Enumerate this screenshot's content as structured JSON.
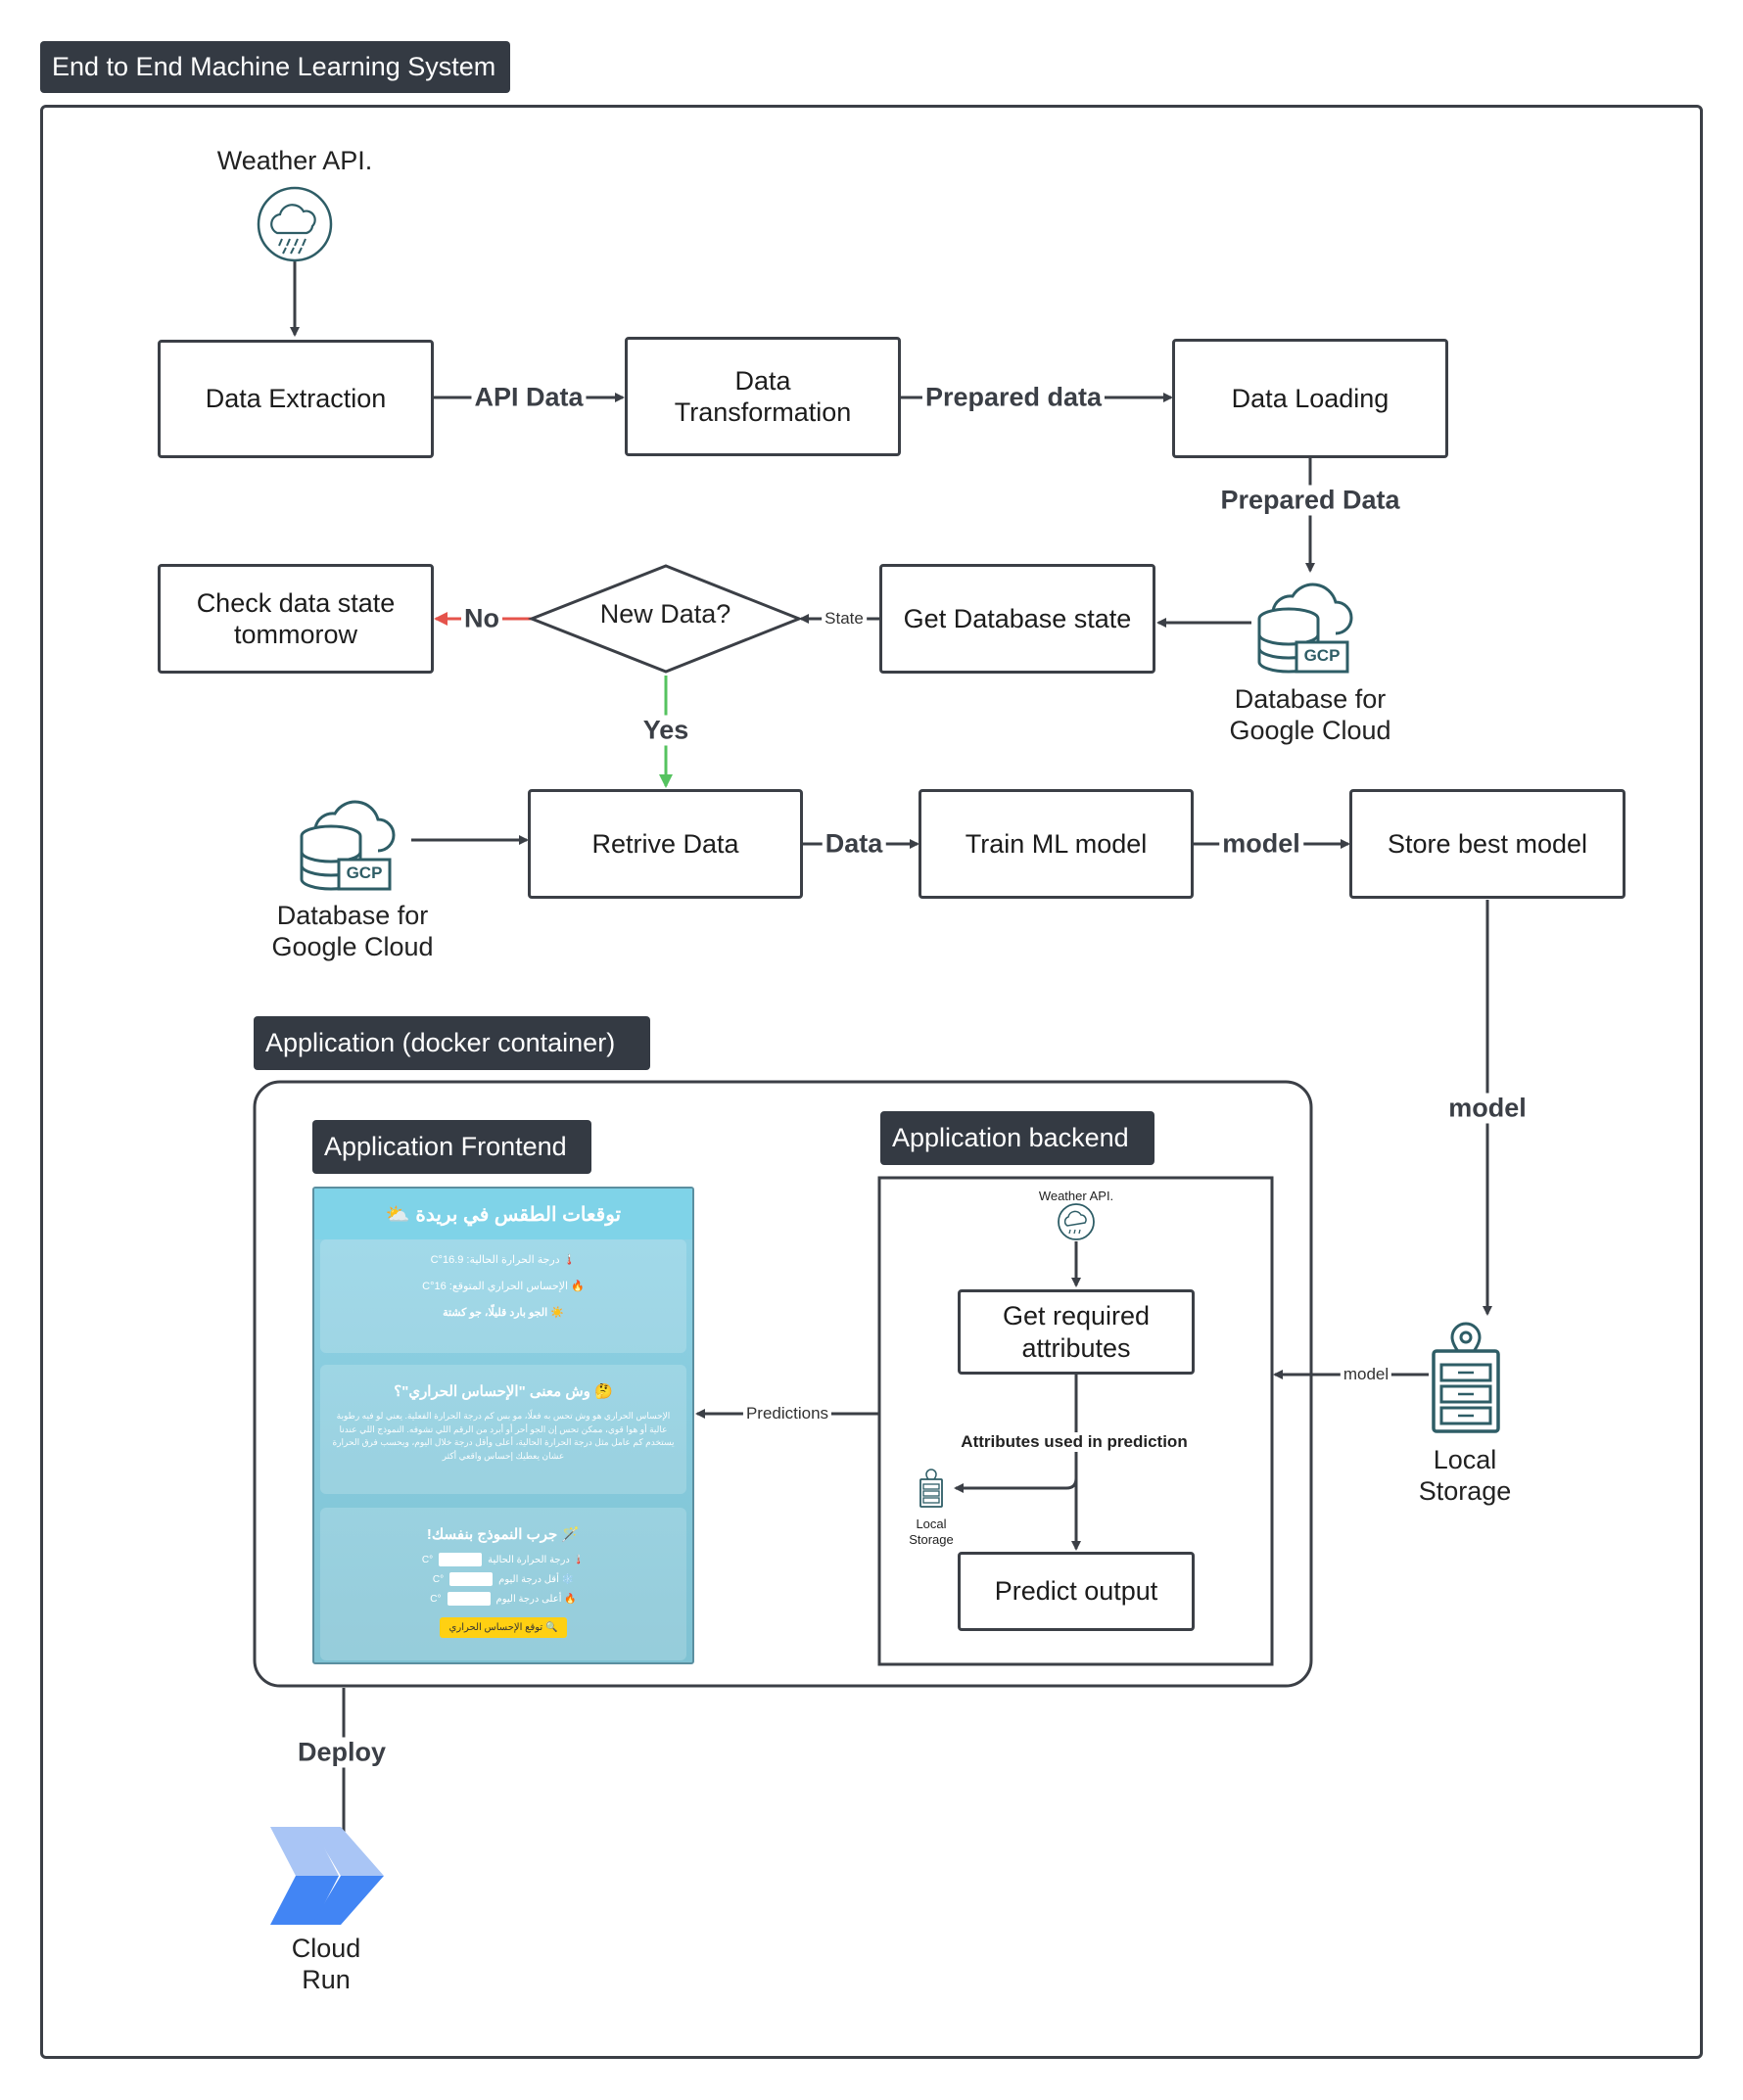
{
  "title": "End to End Machine Learning System",
  "weather_api_label": "Weather API.",
  "nodes": {
    "data_extraction": "Data Extraction",
    "data_transformation": "Data\nTransformation",
    "data_loading": "Data Loading",
    "get_db_state": "Get Database state",
    "new_data": "New Data?",
    "check_tomorrow": "Check data state\ntommorow",
    "retrieve_data": "Retrive Data",
    "train_model": "Train ML model",
    "store_model": "Store best model"
  },
  "edges": {
    "api_data": "API Data",
    "prepared_data": "Prepared data",
    "prepared_data_2": "Prepared Data",
    "state": "State",
    "no": "No",
    "yes": "Yes",
    "data": "Data",
    "model_1": "model",
    "model_2": "model",
    "model_3": "model",
    "predictions": "Predictions",
    "deploy": "Deploy",
    "attributes_used": "Attributes used in prediction"
  },
  "db_label_1": "Database for\nGoogle Cloud",
  "db_label_2": "Database for\nGoogle Cloud",
  "gcp_badge": "GCP",
  "local_storage": "Local\nStorage",
  "cloud_run": "Cloud\nRun",
  "application": {
    "container_title": "Application (docker container)",
    "frontend_title": "Application Frontend",
    "backend_title": "Application backend",
    "backend": {
      "weather_api": "Weather API.",
      "get_attributes": "Get required\nattributes",
      "predict_output": "Predict output",
      "local_storage": "Local\nStorage"
    },
    "frontend": {
      "header": "توقعات الطقس في بريدة ⛅",
      "current_temp": "🌡️ درجة الحرارة الحالية: 16.9°C",
      "feels_like": "🔥 الإحساس الحراري المتوقع: 16°C",
      "condition": "☀️ الجو بارد قليلًا، جو كشتة",
      "explain_title": "🤔 وش معنى \"الإحساس الحراري\"؟",
      "explain_text": "الإحساس الحراري هو وش تحس به فعلًا، مو بس كم درجة الحرارة الفعلية. يعني لو فيه رطوبة عالية أو هوا قوي، ممكن تحس إن الجو أحر أو أبرد من الرقم اللي تشوفه. النموذج اللي عندنا يستخدم كم عامل مثل درجة الحرارة الحالية، أعلى وأقل درجة خلال اليوم، ويحسب فرق الحرارة عشان يعطيك إحساس واقعي أكثر",
      "try_title": "🪄 جرب النموذج بنفسك!",
      "input_current": "🌡️ درجة الحرارة الحالية",
      "input_min": "❄️ أقل درجة اليوم",
      "input_max": "🔥 أعلى درجة اليوم",
      "unit": "°C",
      "button": "🔍 توقع الإحساس الحراري"
    }
  },
  "colors": {
    "dark": "#343a43",
    "no_arrow": "#e5534b",
    "yes_arrow": "#55c35f",
    "gcp_teal": "#2e5d66",
    "cloud_run_light": "#a9c5f5",
    "cloud_run_dark": "#4285f4"
  }
}
